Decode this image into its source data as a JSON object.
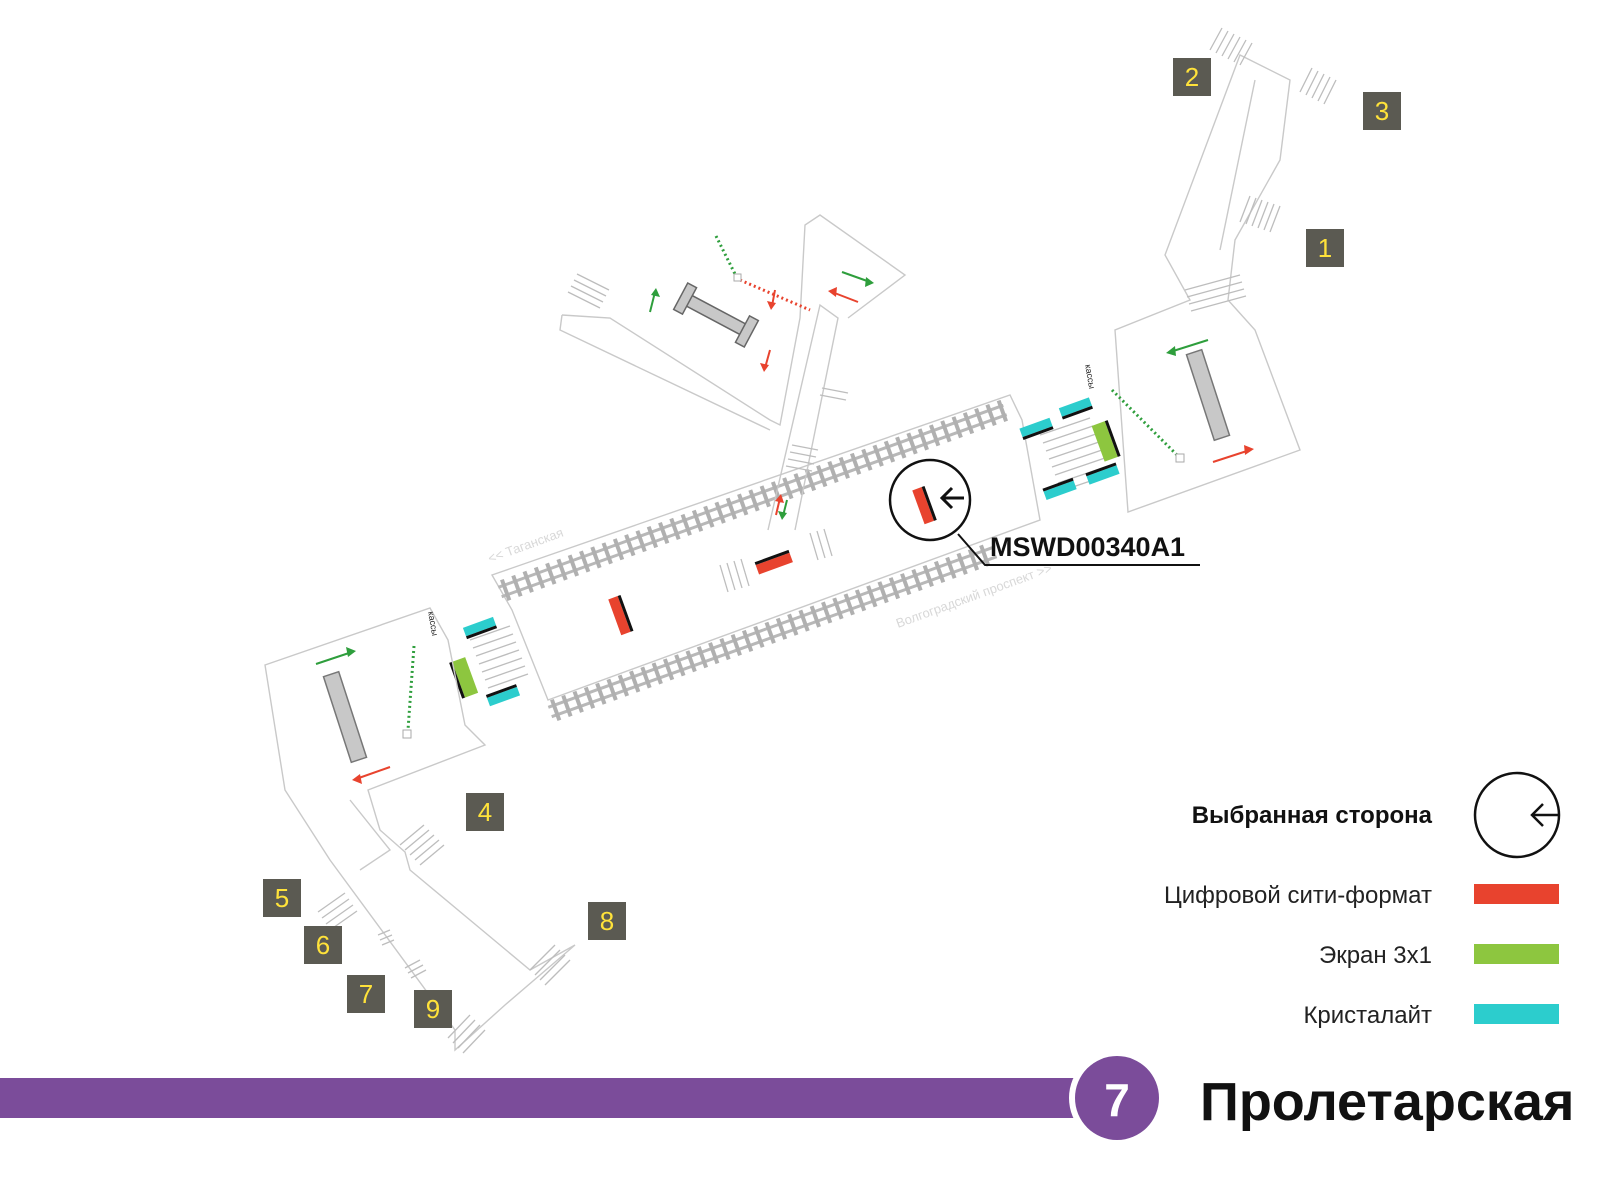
{
  "station": {
    "name": "Пролетарская",
    "line_number": "7",
    "line_color": "#7b4c9a"
  },
  "exits": [
    "1",
    "2",
    "3",
    "4",
    "5",
    "6",
    "7",
    "8",
    "9"
  ],
  "selected_code": "MSWD00340A1",
  "direction_labels": {
    "left": "<< Таганская",
    "right": "Волгоградский проспект >>"
  },
  "kassy_label": "кассы",
  "legend": {
    "selected_side": "Выбранная сторона",
    "items": [
      {
        "label": "Цифровой сити-формат",
        "color": "#e8432e"
      },
      {
        "label": "Экран 3х1",
        "color": "#8dc63f"
      },
      {
        "label": "Кристалайт",
        "color": "#2ccdcd"
      }
    ]
  },
  "colors": {
    "arrow_green": "#2e9e3c",
    "arrow_red": "#e8432e",
    "exit_box": "#5b5a52",
    "exit_text": "#ffe23a"
  },
  "icons": {
    "direction": "arrow-left-icon"
  }
}
